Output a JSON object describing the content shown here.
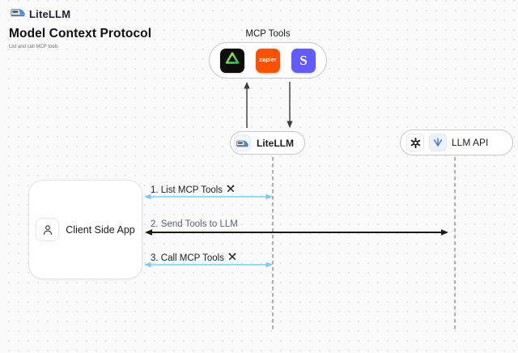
{
  "header": {
    "brand": "LiteLLM",
    "title": "Model Context Protocol",
    "subtitle": "List and call MCP tools"
  },
  "mcp_tools": {
    "label": "MCP Tools",
    "tools": [
      {
        "name": "green-triangle-tool",
        "bg": "#0d0d0d"
      },
      {
        "name": "zapier",
        "text": "zapier",
        "bg": "#FF4F00"
      },
      {
        "name": "stripe",
        "text": "S",
        "bg": "#635BFF"
      }
    ]
  },
  "nodes": {
    "litellm": {
      "label": "LiteLLM"
    },
    "llm_api": {
      "label": "LLM API"
    },
    "client": {
      "label": "Client Side App"
    }
  },
  "sequence": [
    {
      "step": "1. List MCP Tools",
      "arrow_color": "#7ecbf1",
      "between": "client-litellm"
    },
    {
      "step": "2. Send Tools to LLM",
      "arrow_color": "#1a1a1a",
      "between": "client-llmapi"
    },
    {
      "step": "3. Call MCP Tools",
      "arrow_color": "#7ecbf1",
      "between": "client-litellm"
    }
  ],
  "colors": {
    "background": "#fafafa",
    "blue_arrow": "#7ecbf1",
    "black_arrow": "#1a1a1a",
    "zapier_orange": "#FF4F00",
    "stripe_purple": "#635BFF",
    "lifeline_gray": "#ababab"
  }
}
